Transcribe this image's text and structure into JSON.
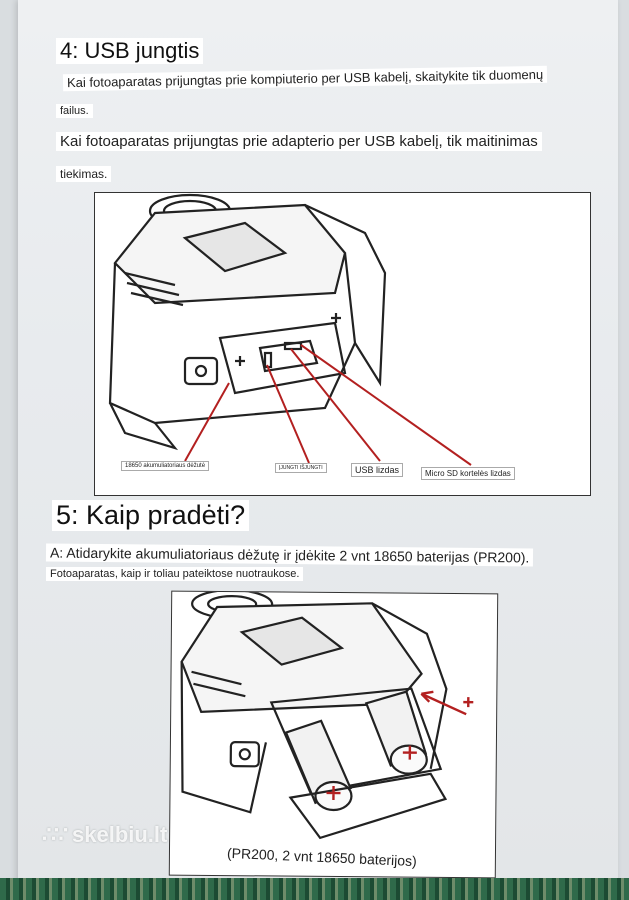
{
  "section4": {
    "heading": "4: USB jungtis",
    "para1": "Kai fotoaparatas prijungtas prie kompiuterio per USB kabelį, skaitykite tik duomenų",
    "para1_cont": "failus.",
    "para2": "Kai fotoaparatas prijungtas prie adapterio per USB kabelį, tik maitinimas",
    "para2_cont": "tiekimas.",
    "labels": {
      "battery_box": "18650 akumuliatoriaus dėžutė",
      "switch": "ĮJUNGTI IŠJUNGTI",
      "usb": "USB lizdas",
      "sd": "Micro SD kortelės lizdas"
    }
  },
  "section5": {
    "heading": "5: Kaip pradėti?",
    "step_a": "A: Atidarykite akumuliatoriaus dėžutę ir įdėkite 2 vnt 18650 baterijas (PR200).",
    "note": "Fotoaparatas, kaip ir toliau pateiktose nuotraukose.",
    "caption": "(PR200,   2 vnt 18650 baterijos)"
  },
  "watermark": {
    "dots": "∴∵",
    "text": "skelbiu.lt"
  },
  "colors": {
    "pointer_red": "#b32020"
  }
}
